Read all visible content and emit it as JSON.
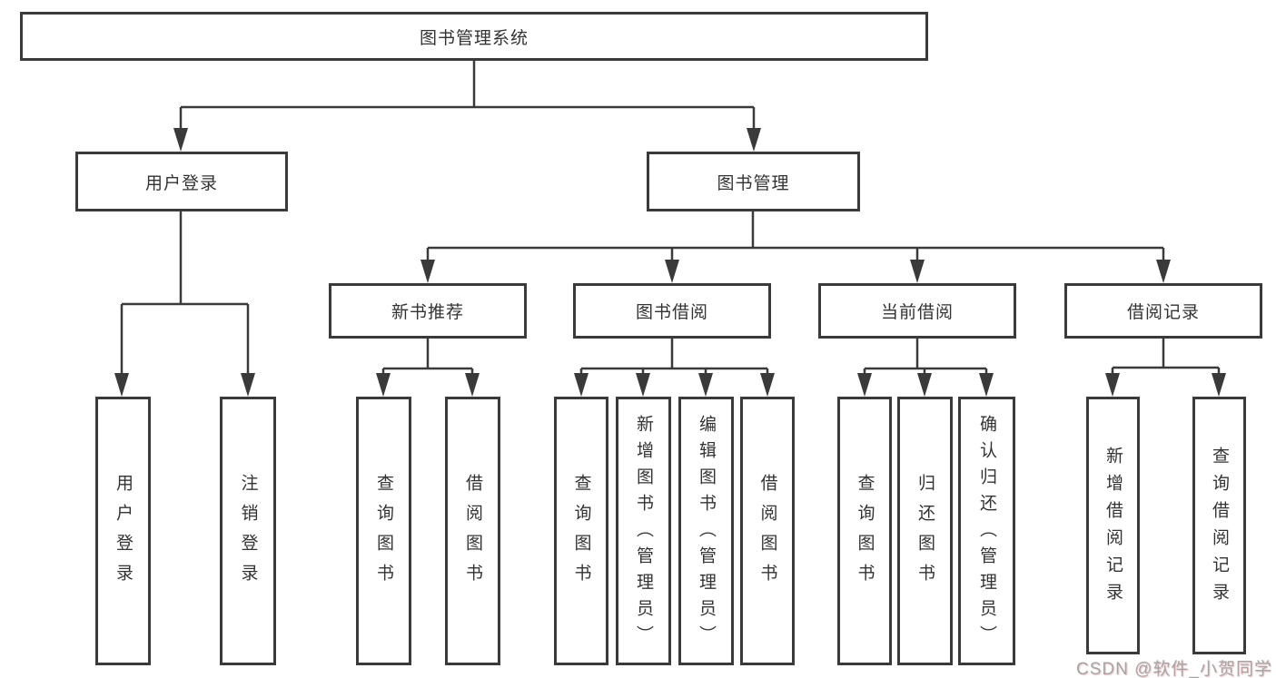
{
  "tree": {
    "root": {
      "label": "图书管理系统"
    },
    "children": [
      {
        "label": "用户登录",
        "children": [
          "用户登录",
          "注销登录"
        ]
      },
      {
        "label": "图书管理",
        "children": [
          {
            "label": "新书推荐",
            "children": [
              "查询图书",
              "借阅图书"
            ]
          },
          {
            "label": "图书借阅",
            "children": [
              "查询图书",
              "新增图书（管理员）",
              "编辑图书（管理员）",
              "借阅图书"
            ]
          },
          {
            "label": "当前借阅",
            "children": [
              "查询图书",
              "归还图书",
              "确认归还（管理员）"
            ]
          },
          {
            "label": "借阅记录",
            "children": [
              "新增借阅记录",
              "查询借阅记录"
            ]
          }
        ]
      }
    ]
  },
  "watermark": "CSDN @软件_小贺同学",
  "colors": {
    "line": "#3a3a3a",
    "box_border": "#3a3a3a",
    "text": "#333333",
    "background": "#ffffff",
    "watermark": "#a6a6a6",
    "watermark_tint": "#d98c8c"
  }
}
